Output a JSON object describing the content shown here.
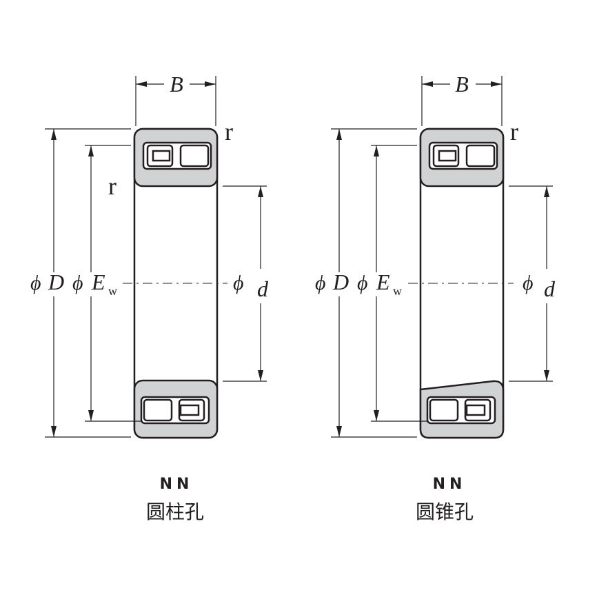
{
  "colors": {
    "ring_fill": "#d1d2d4",
    "line": "#231f20",
    "background": "#ffffff"
  },
  "figures": [
    {
      "id": "left",
      "labels": {
        "B": "B",
        "r_top": "r",
        "r_left": "r",
        "phi": "ϕ",
        "D": "D",
        "E": "E",
        "w": "w",
        "d": "d"
      },
      "caption_type": "NN",
      "caption_bore": "圆柱孔",
      "bore_shape": "cylindrical"
    },
    {
      "id": "right",
      "labels": {
        "B": "B",
        "r_top": "r",
        "phi": "ϕ",
        "D": "D",
        "E": "E",
        "w": "w",
        "d": "d"
      },
      "caption_type": "NN",
      "caption_bore": "圆锥孔",
      "bore_shape": "tapered"
    }
  ]
}
